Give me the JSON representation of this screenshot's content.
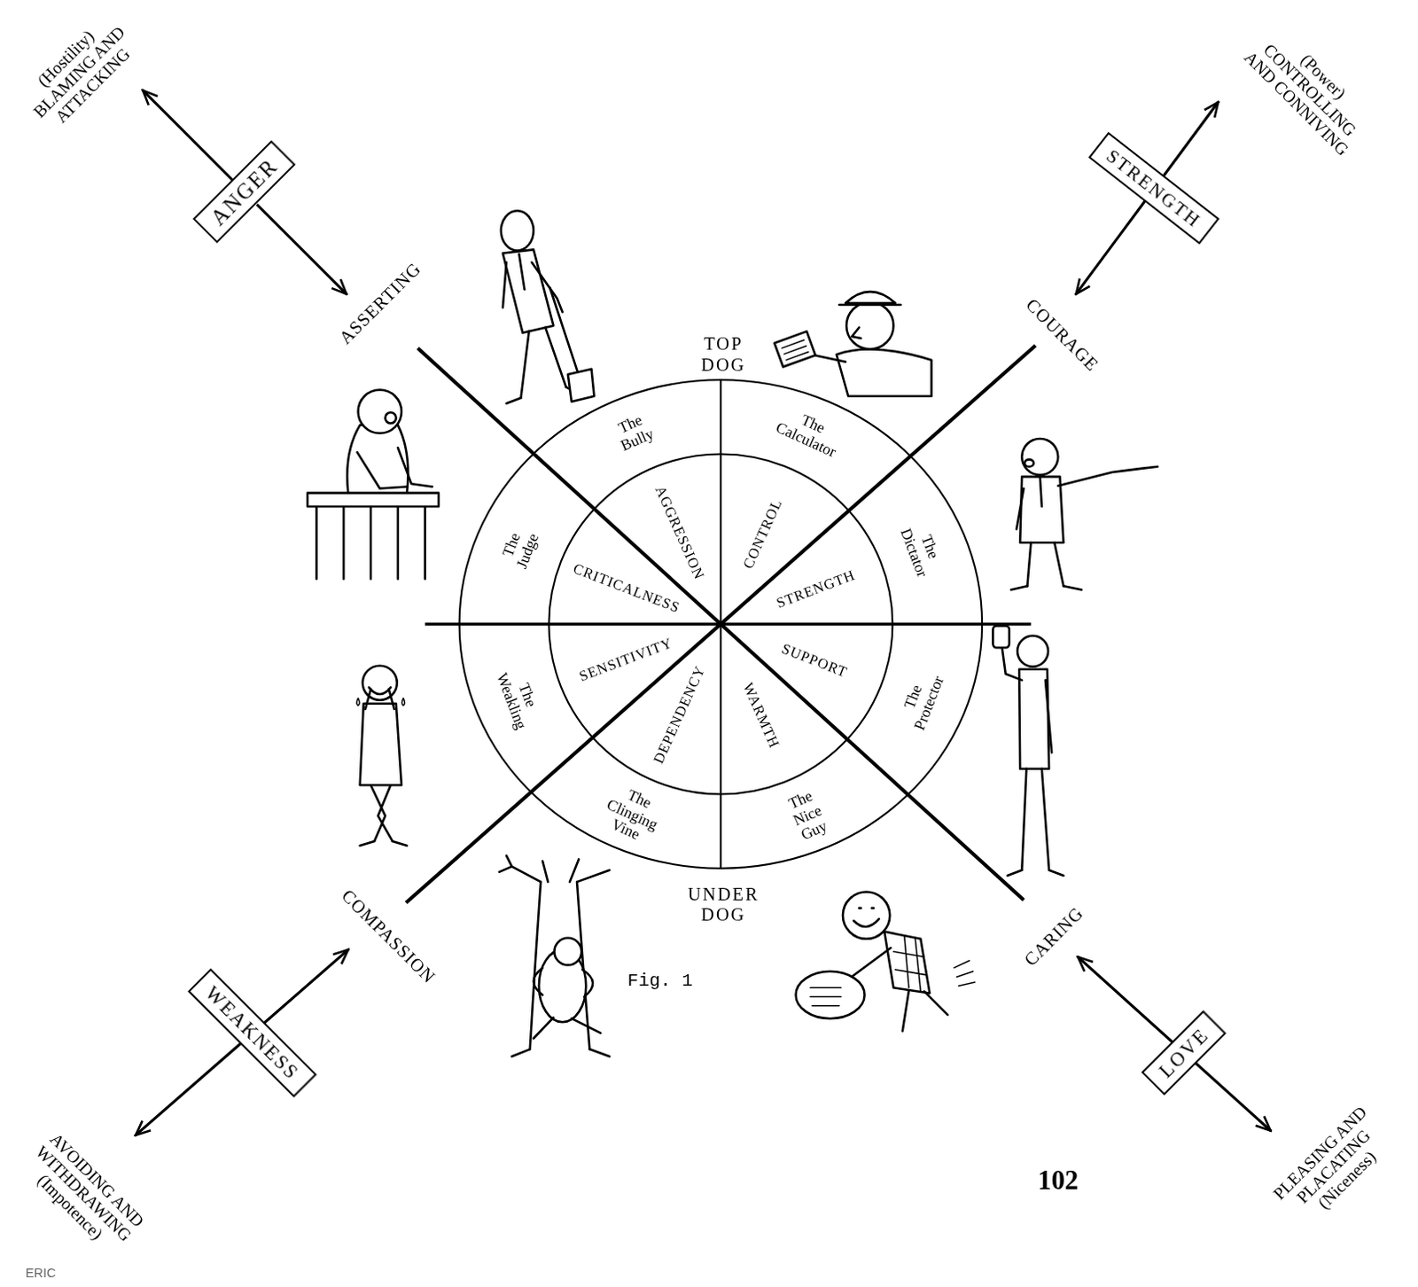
{
  "diagram": {
    "caption": "Fig. 1",
    "nodes": [
      {
        "text": [
          "ANGER"
        ]
      },
      {
        "text": [
          "STRENGTH"
        ]
      },
      {
        "text": [
          "WEAKNESS"
        ]
      },
      {
        "text": [
          "LOVE"
        ]
      }
    ],
    "labels": [
      "(Hostility) BLAMING AND ATTACKING",
      "(Power) CONTROLLING AND CONNIVING",
      "ASSERTING",
      "TOP DOG",
      "COURAGE",
      "The Bully",
      "The Calculator",
      "AGGRESSION",
      "CONTROL",
      "The Judge",
      "CRITICALNESS",
      "STRENGTH",
      "The Dictator",
      "SENSITIVITY",
      "SUPPORT",
      "The Weakling",
      "DEPENDENCY",
      "WARMTH",
      "The Protector",
      "The Clinging Vine",
      "The Nice Guy",
      "UNDER DOG",
      "COMPASSION",
      "CARING",
      "AVOIDING AND WITHDRAWING (Impotence)",
      "PLEASING AND PLACATING (Niceness)",
      "102",
      "ERIC"
    ]
  }
}
